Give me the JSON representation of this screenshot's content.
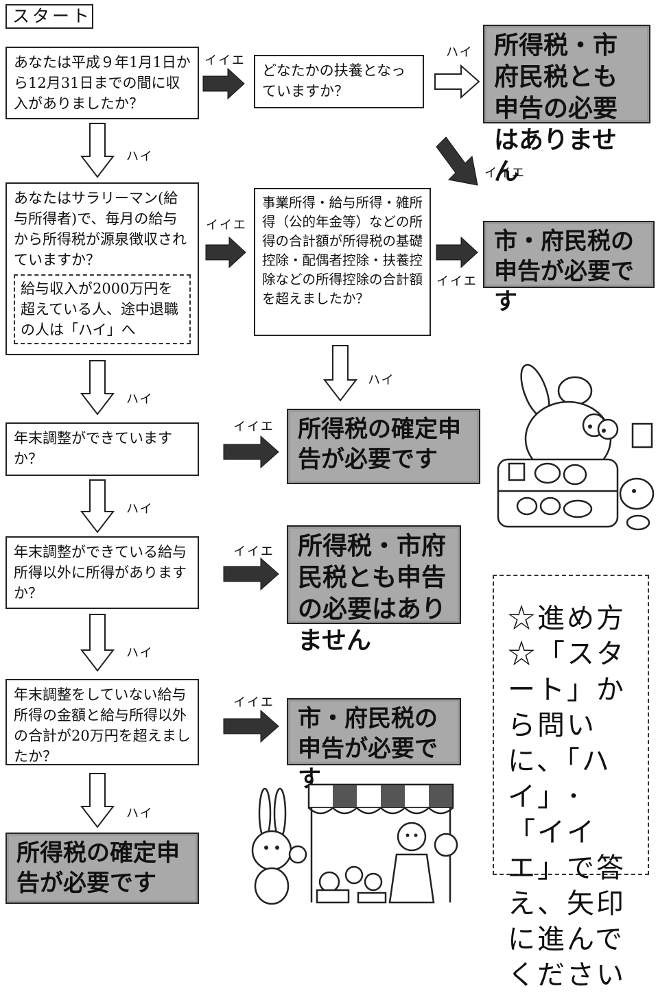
{
  "start_label": "スタート",
  "yes": "ハイ",
  "no": "イイエ",
  "questions": {
    "q1": "あなたは平成９年1月1日から12月31日までの間に収入がありましたか？",
    "q1b": "どなたかの扶養となっていますか？",
    "q2": "あなたはサラリーマン(給与所得者)で、毎月の給与から所得税が源泉徴収されていますか？",
    "q2_note": "給与収入が2000万円を超えている人、途中退職の人は「ハイ」へ",
    "q2b": "事業所得・給与所得・雑所得（公的年金等）などの所得の合計額が所得税の基礎控除・配偶者控除・扶養控除などの所得控除の合計額を超えましたか？",
    "q3": "年末調整ができていますか？",
    "q4": "年末調整ができている給与所得以外に所得がありますか？",
    "q5": "年末調整をしていない給与所得の金額と給与所得以外の合計が20万円を超えましたか？"
  },
  "results": {
    "r_none_top": "所得税・市府民税とも申告の必要はありません",
    "r_city_top": "市・府民税の申告が必要です",
    "r_tax_mid": "所得税の確定申告が必要です",
    "r_none_mid": "所得税・市府民税とも申告の必要はありません",
    "r_city_low": "市・府民税の申告が必要です",
    "r_tax_bottom": "所得税の確定申告が必要です"
  },
  "instructions": "☆進め方☆「スタート」から問いに、「ハイ」･「イイエ」で答え、矢印に進んでください"
}
